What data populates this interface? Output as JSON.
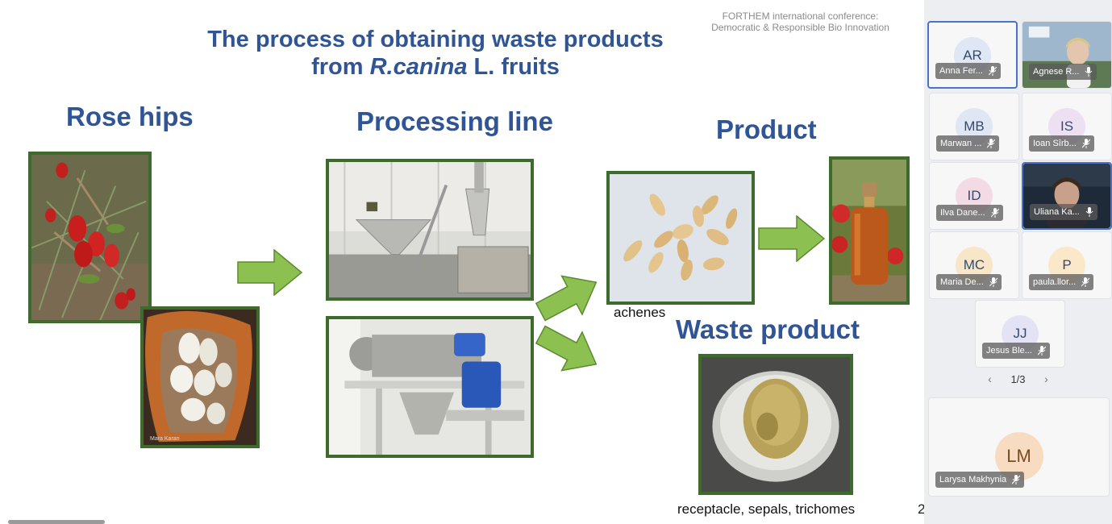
{
  "conference": {
    "line1": "FORTHEM international conference:",
    "line2": "Democratic & Responsible Bio Innovation"
  },
  "slide": {
    "title_line1": "The process of obtaining waste products",
    "title_line2_pre": "from ",
    "title_line2_italic": "R.canina",
    "title_line2_post": " L. fruits",
    "heading_rose_hips": "Rose hips",
    "heading_processing": "Processing line",
    "heading_product": "Product",
    "heading_waste": "Waste product",
    "caption_achenes": "achenes",
    "caption_waste": "receptacle, sepals, trichomes",
    "photo_credit": "Mara Karan",
    "page_number": "2"
  },
  "colors": {
    "heading": "#2f5597",
    "frame": "#3d6b2c",
    "arrow": "#8cc152"
  },
  "participants": [
    {
      "initials": "AR",
      "name": "Anna Fer...",
      "avatar_color": "#dfe6f4",
      "active": true,
      "video": false
    },
    {
      "initials": "",
      "name": "Agnese R...",
      "avatar_color": "",
      "active": false,
      "video": true
    },
    {
      "initials": "MB",
      "name": "Marwan ...",
      "avatar_color": "#dfe6f4",
      "active": false,
      "video": false
    },
    {
      "initials": "IS",
      "name": "Ioan Sîrb...",
      "avatar_color": "#ece0f2",
      "active": false,
      "video": false
    },
    {
      "initials": "ID",
      "name": "Ilva Dane...",
      "avatar_color": "#f3dbe6",
      "active": false,
      "video": false
    },
    {
      "initials": "",
      "name": "Uliana Ka...",
      "avatar_color": "",
      "active": true,
      "video": true
    },
    {
      "initials": "MC",
      "name": "Maria De...",
      "avatar_color": "#f8e6c8",
      "active": false,
      "video": false
    },
    {
      "initials": "P",
      "name": "paula.llor...",
      "avatar_color": "#fbe8c8",
      "active": false,
      "video": false
    },
    {
      "initials": "JJ",
      "name": "Jesus Ble...",
      "avatar_color": "#e4e3f6",
      "active": false,
      "video": false
    }
  ],
  "pager": {
    "label": "1/3"
  },
  "featured": {
    "initials": "LM",
    "name": "Larysa Makhynia"
  }
}
